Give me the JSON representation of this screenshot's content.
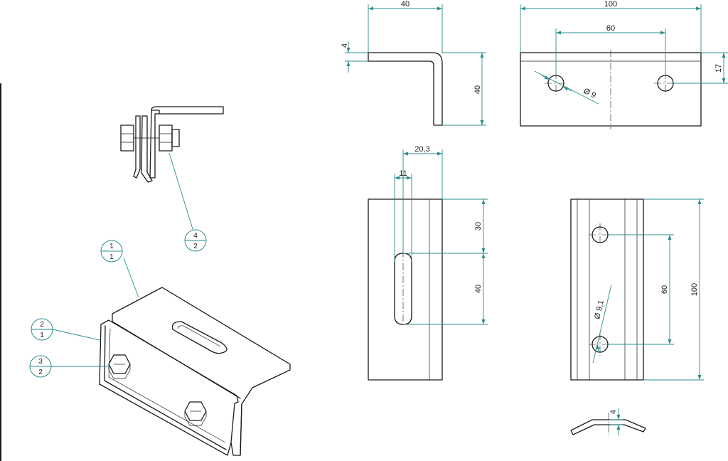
{
  "dimensions": {
    "side_width": "40",
    "side_thickness": "4",
    "side_height": "40",
    "front_length": "100",
    "front_hole_spacing": "60",
    "front_hole_offset": "17",
    "front_hole_dia": "Ø 9",
    "slot_offset": "20,3",
    "slot_width": "11",
    "slot_top": "30",
    "slot_length": "40",
    "right_hole_spacing": "60",
    "right_length": "100",
    "right_hole_dia": "Ø 9,1",
    "bottom_thickness": "4"
  },
  "balloons": [
    {
      "item": "1",
      "qty": "1"
    },
    {
      "item": "2",
      "qty": "1"
    },
    {
      "item": "3",
      "qty": "2"
    },
    {
      "item": "4",
      "qty": "2"
    }
  ],
  "colors": {
    "dimension": "#2a8c8c",
    "outline": "#1a1a1a"
  }
}
